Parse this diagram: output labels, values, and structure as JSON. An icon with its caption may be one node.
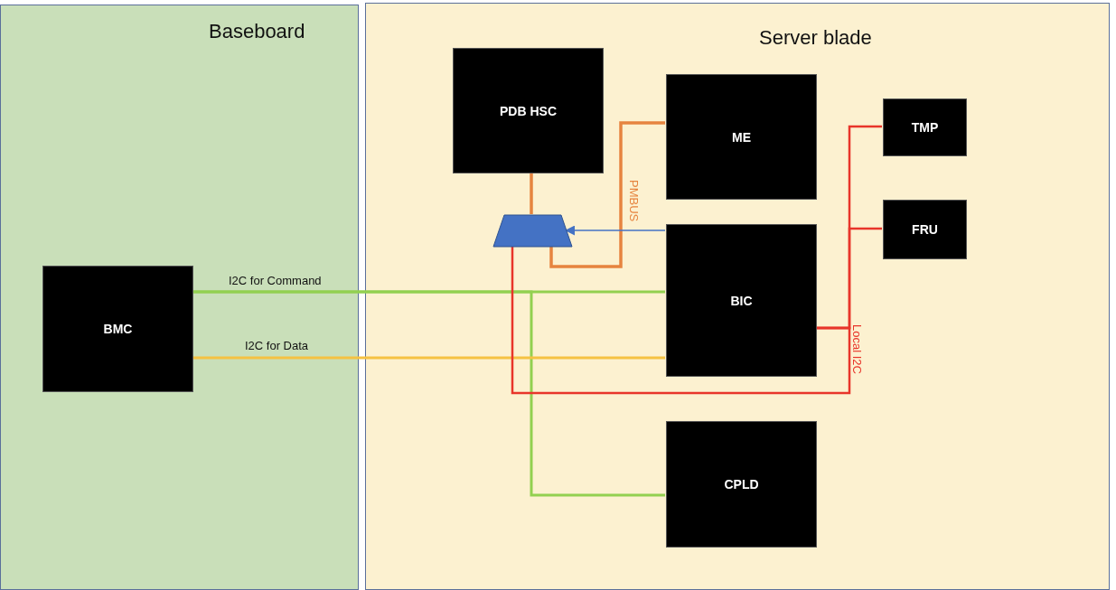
{
  "diagram": {
    "nodes": [
      {
        "text": [
          "Baseboard"
        ]
      },
      {
        "text": [
          "BMC"
        ],
        "in": 0
      },
      {
        "text": [
          "Server blade"
        ]
      },
      {
        "text": [
          "PDB HSC"
        ],
        "in": 2
      },
      {
        "text": [
          "ME"
        ],
        "in": 2
      },
      {
        "text": [
          "BIC"
        ],
        "in": 2
      },
      {
        "text": [
          "TMP"
        ],
        "in": 2
      },
      {
        "text": [
          "FRU"
        ],
        "in": 2
      },
      {
        "text": [
          "CPLD"
        ],
        "in": 2
      },
      {
        "text": [],
        "shape": "trapezoid",
        "in": 2
      }
    ],
    "edges": [
      {
        "from": 1,
        "to": 5,
        "arrow": "none",
        "label": "I2C for Command",
        "color": "#92d050"
      },
      {
        "from": 1,
        "to": 8,
        "arrow": "none",
        "color": "#92d050"
      },
      {
        "from": 1,
        "to": 5,
        "arrow": "none",
        "label": "I2C for Data",
        "color": "#f5c242"
      },
      {
        "from": 3,
        "to": 9,
        "arrow": "none",
        "color": "#e6843f"
      },
      {
        "from": 9,
        "to": 4,
        "arrow": "none",
        "label": "PMBUS",
        "color": "#e6843f"
      },
      {
        "from": 5,
        "to": 9,
        "arrow": "to",
        "color": "#4472c4"
      },
      {
        "from": 9,
        "to": 5,
        "arrow": "none",
        "color": "#e8352a"
      },
      {
        "from": 5,
        "to": 6,
        "arrow": "none",
        "label": "Local I2C",
        "color": "#e8352a"
      },
      {
        "from": 5,
        "to": 7,
        "arrow": "none",
        "color": "#e8352a"
      }
    ]
  }
}
